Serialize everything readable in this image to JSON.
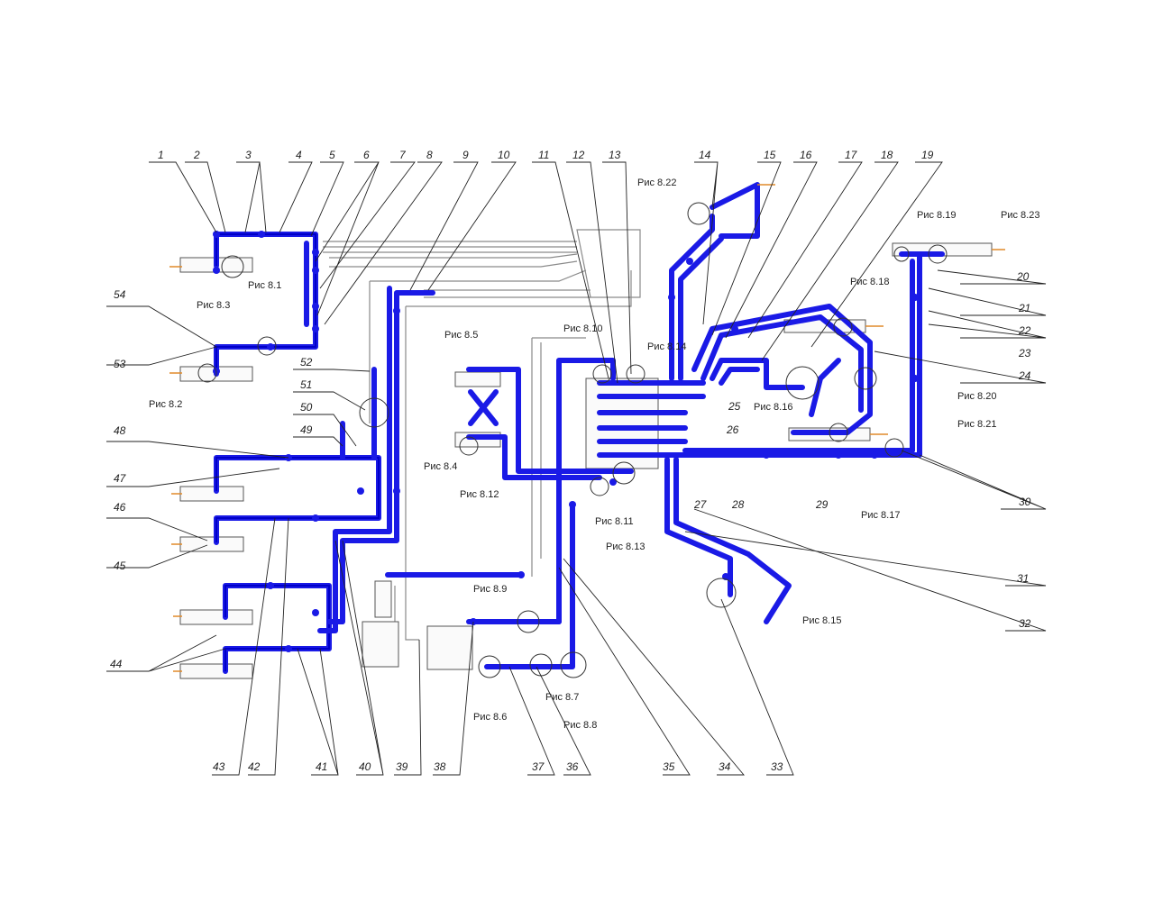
{
  "figure": {
    "part_numbers": [
      "1",
      "2",
      "3",
      "4",
      "5",
      "6",
      "7",
      "8",
      "9",
      "10",
      "11",
      "12",
      "13",
      "14",
      "15",
      "16",
      "17",
      "18",
      "19",
      "20",
      "21",
      "22",
      "23",
      "24",
      "25",
      "26",
      "27",
      "28",
      "29",
      "30",
      "31",
      "32",
      "33",
      "34",
      "35",
      "36",
      "37",
      "38",
      "39",
      "40",
      "41",
      "42",
      "43",
      "44",
      "45",
      "46",
      "47",
      "48",
      "49",
      "50",
      "51",
      "52",
      "53",
      "54"
    ],
    "figure_refs": [
      "Рис 8.1",
      "Рис 8.2",
      "Рис 8.3",
      "Рис 8.4",
      "Рис 8.5",
      "Рис 8.6",
      "Рис 8.7",
      "Рис 8.8",
      "Рис 8.9",
      "Рис 8.10",
      "Рис 8.11",
      "Рис 8.12",
      "Рис 8.13",
      "Рис 8.14",
      "Рис 8.15",
      "Рис 8.16",
      "Рис 8.17",
      "Рис 8.18",
      "Рис 8.19",
      "Рис 8.20",
      "Рис 8.21",
      "Рис 8.22",
      "Рис 8.23"
    ],
    "colors": {
      "pipe": "#1a1ae6",
      "pipe_core": "#0000c8",
      "aux_line": "#8a8a8a",
      "leader": "#222222",
      "accent": "#e08a2a"
    }
  }
}
